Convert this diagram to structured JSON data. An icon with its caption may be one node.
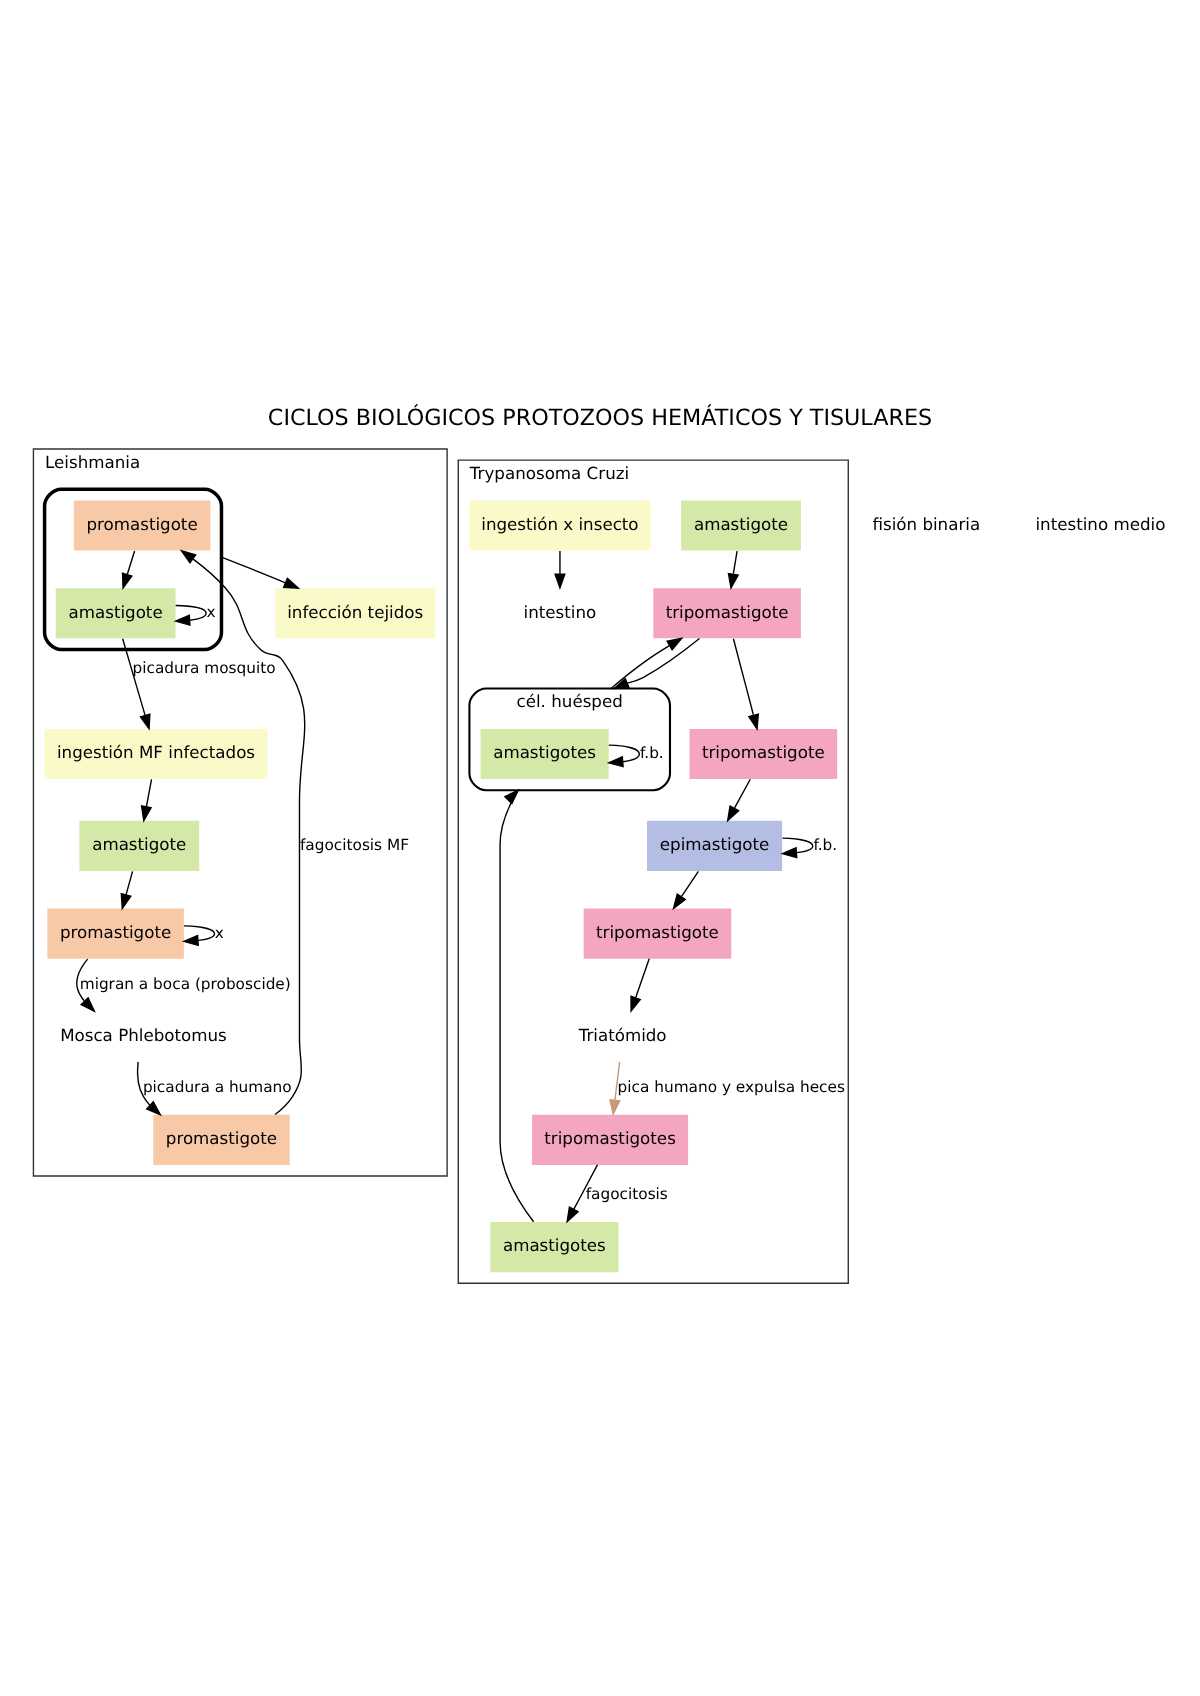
{
  "diagram": {
    "title": "CICLOS BIOLÓGICOS PROTOZOOS HEMÁTICOS Y TISULARES",
    "nodes": [
      {
        "text": [
          "Leishmania"
        ]
      },
      {
        "text": [
          "Mosca Phlebotomus"
        ],
        "in": 0
      },
      {
        "text": [
          "promastigote"
        ],
        "in": 0
      },
      {
        "text": [],
        "shape": "cloud",
        "in": 0
      },
      {
        "text": [
          "promastigote"
        ],
        "in": 3
      },
      {
        "text": [
          "amastigote"
        ],
        "in": 3
      },
      {
        "text": [
          "infección tejidos"
        ],
        "in": 0
      },
      {
        "text": [
          "ingestión MF infectados"
        ],
        "in": 0
      },
      {
        "text": [
          "amastigote"
        ],
        "in": 0
      },
      {
        "text": [
          "promastigote"
        ],
        "in": 0
      },
      {
        "text": [
          "Trypanosoma Cruzi"
        ]
      },
      {
        "text": [
          "Triatómido"
        ],
        "in": 10
      },
      {
        "text": [
          "tripomastigotes"
        ],
        "in": 10
      },
      {
        "text": [
          "amastigotes"
        ],
        "in": 10
      },
      {
        "text": [
          "cél. huésped"
        ],
        "in": 10
      },
      {
        "text": [
          "amastigotes"
        ],
        "in": 14
      },
      {
        "text": [
          "amastigote"
        ],
        "in": 10
      },
      {
        "text": [
          "tripomastigote"
        ],
        "in": 10
      },
      {
        "text": [
          "tripomastigote"
        ],
        "in": 10
      },
      {
        "text": [
          "epimastigote"
        ],
        "in": 10
      },
      {
        "text": [
          "tripomastigote"
        ],
        "in": 10
      },
      {
        "text": [
          "ingestión x insecto"
        ],
        "in": 10
      },
      {
        "text": [
          "intestino"
        ],
        "in": 10
      }
    ],
    "edges": [
      {
        "from": 1,
        "to": 2,
        "arrow": "to",
        "label": "picadura a humano"
      },
      {
        "from": 2,
        "to": 4,
        "arrow": "to",
        "label": "fagocitosis MF"
      },
      {
        "from": 4,
        "to": 5,
        "arrow": "to"
      },
      {
        "from": 5,
        "to": 5,
        "arrow": "to",
        "label": "x"
      },
      {
        "from": 3,
        "to": 6,
        "arrow": "to"
      },
      {
        "from": 5,
        "to": 7,
        "arrow": "to",
        "label": "picadura mosquito"
      },
      {
        "from": 7,
        "to": 8,
        "arrow": "to"
      },
      {
        "from": 8,
        "to": 9,
        "arrow": "to"
      },
      {
        "from": 9,
        "to": 9,
        "arrow": "to",
        "label": "x"
      },
      {
        "from": 9,
        "to": 1,
        "arrow": "to",
        "label": "migran a boca (proboscide)"
      },
      {
        "from": 11,
        "to": 12,
        "arrow": "to",
        "label": "pica humano y expulsa heces",
        "color": "#c49a7a"
      },
      {
        "from": 12,
        "to": 13,
        "arrow": "to",
        "label": "fagocitosis"
      },
      {
        "from": 13,
        "to": 14,
        "arrow": "to"
      },
      {
        "from": 15,
        "to": 15,
        "arrow": "to",
        "label": "f.b."
      },
      {
        "from": 14,
        "to": 17,
        "arrow": "to"
      },
      {
        "from": 16,
        "to": 17,
        "arrow": "to"
      },
      {
        "from": 17,
        "to": 14,
        "arrow": "to"
      },
      {
        "from": 17,
        "to": 18,
        "arrow": "to"
      },
      {
        "from": 18,
        "to": 19,
        "arrow": "to"
      },
      {
        "from": 19,
        "to": 19,
        "arrow": "to",
        "label": "f.b."
      },
      {
        "from": 19,
        "to": 20,
        "arrow": "to"
      },
      {
        "from": 20,
        "to": 11,
        "arrow": "to"
      },
      {
        "from": 21,
        "to": 22,
        "arrow": "to"
      }
    ],
    "labels": [
      "fisión binaria",
      "intestino medio"
    ]
  }
}
